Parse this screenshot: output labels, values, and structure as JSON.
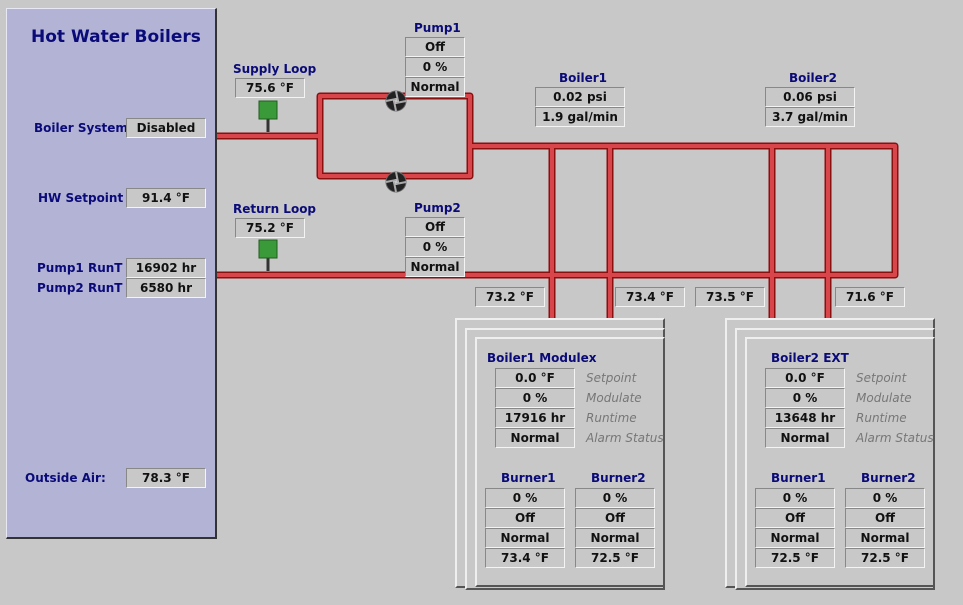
{
  "left_panel": {
    "title": "Hot Water Boilers",
    "boiler_system_label": "Boiler System",
    "boiler_system_value": "Disabled",
    "hw_setpoint_label": "HW Setpoint",
    "hw_setpoint_value": "91.4 °F",
    "pump1_runt_label": "Pump1 RunT",
    "pump1_runt_value": "16902 hr",
    "pump2_runt_label": "Pump2 RunT",
    "pump2_runt_value": "6580 hr",
    "outside_air_label": "Outside Air:",
    "outside_air_value": "78.3 °F"
  },
  "supply_loop": {
    "label": "Supply Loop",
    "temp": "75.6 °F"
  },
  "return_loop": {
    "label": "Return Loop",
    "temp": "75.2 °F"
  },
  "pump1": {
    "label": "Pump1",
    "status": "Off",
    "speed": "0 %",
    "alarm": "Normal"
  },
  "pump2": {
    "label": "Pump2",
    "status": "Off",
    "speed": "0 %",
    "alarm": "Normal"
  },
  "boiler1_header": {
    "label": "Boiler1",
    "pressure": "0.02 psi",
    "flow": "1.9 gal/min"
  },
  "boiler2_header": {
    "label": "Boiler2",
    "pressure": "0.06 psi",
    "flow": "3.7 gal/min"
  },
  "pipe_temps": {
    "b1_return": "73.2 °F",
    "b1_supply": "73.4 °F",
    "b2_return": "73.5 °F",
    "b2_supply": "71.6 °F"
  },
  "boiler1_card": {
    "title": "Boiler1 Modulex",
    "setpoint": "0.0 °F",
    "setpoint_label": "Setpoint",
    "modulate": "0 %",
    "modulate_label": "Modulate",
    "runtime": "17916 hr",
    "runtime_label": "Runtime",
    "alarm": "Normal",
    "alarm_label": "Alarm Status",
    "burner1": {
      "label": "Burner1",
      "fire": "0 %",
      "status": "Off",
      "alarm": "Normal",
      "temp": "73.4 °F"
    },
    "burner2": {
      "label": "Burner2",
      "fire": "0 %",
      "status": "Off",
      "alarm": "Normal",
      "temp": "72.5 °F"
    }
  },
  "boiler2_card": {
    "title": "Boiler2 EXT",
    "setpoint": "0.0 °F",
    "setpoint_label": "Setpoint",
    "modulate": "0 %",
    "modulate_label": "Modulate",
    "runtime": "13648 hr",
    "runtime_label": "Runtime",
    "alarm": "Normal",
    "alarm_label": "Alarm Status",
    "burner1": {
      "label": "Burner1",
      "fire": "0 %",
      "status": "Off",
      "alarm": "Normal",
      "temp": "72.5 °F"
    },
    "burner2": {
      "label": "Burner2",
      "fire": "0 %",
      "status": "Off",
      "alarm": "Normal",
      "temp": "72.5 °F"
    }
  },
  "colors": {
    "pipe": "#c8282d",
    "panel": "#b3b3d6",
    "label_text": "#0a0a78",
    "sensor": "#3a9a3a"
  }
}
